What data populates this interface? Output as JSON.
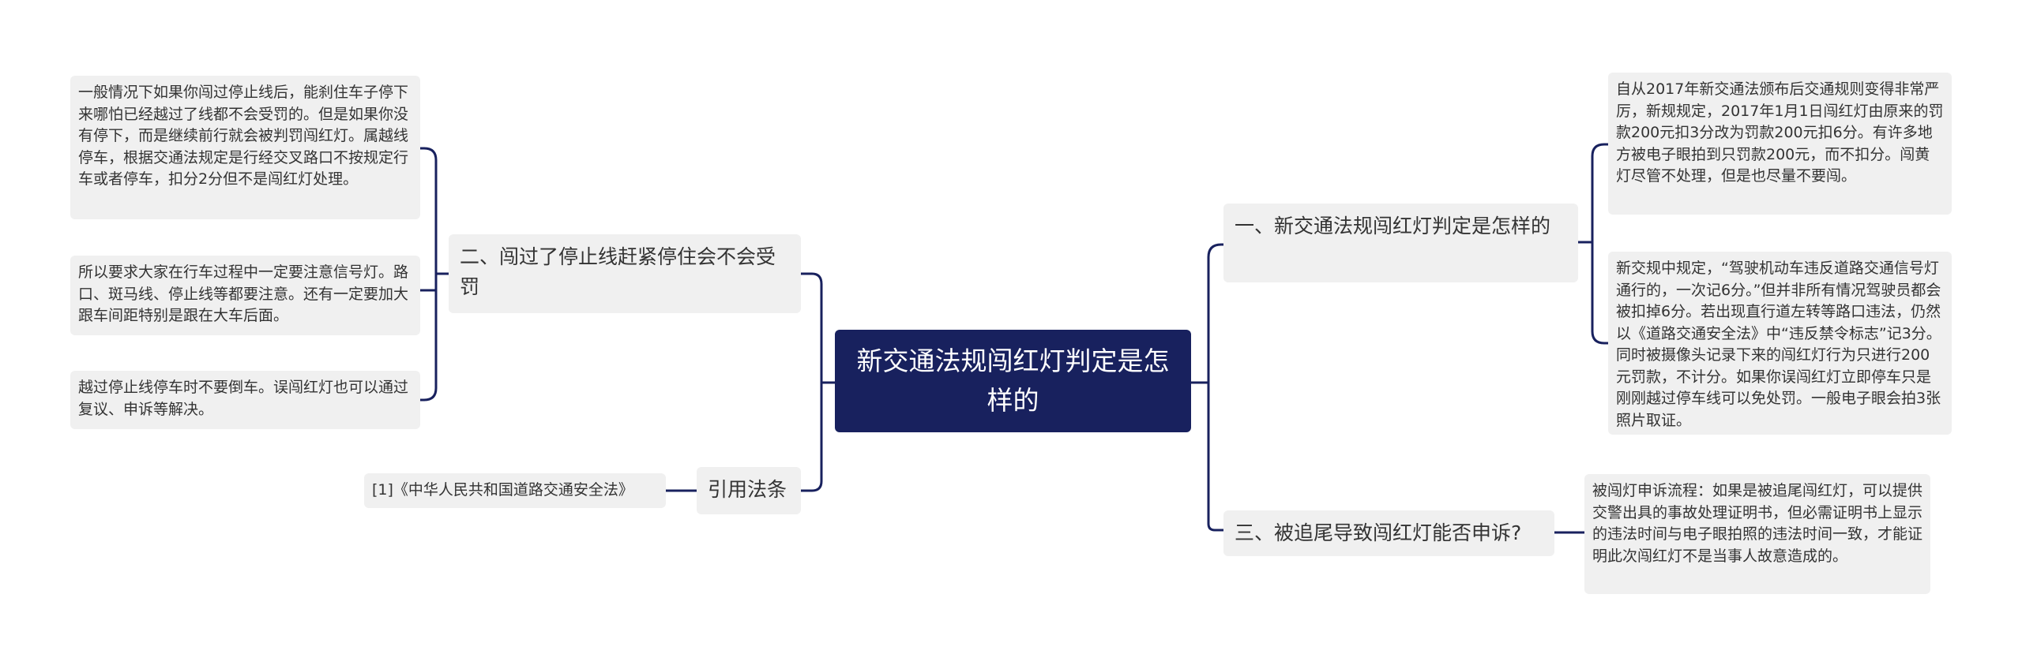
{
  "center": {
    "title": "新交通法规闯红灯判定是怎样的"
  },
  "left": {
    "branch2": {
      "label": "二、闯过了停止线赶紧停住会不会受罚",
      "leaves": [
        "一般情况下如果你闯过停止线后，能刹住车子停下来哪怕已经越过了线都不会受罚的。但是如果你没有停下，而是继续前行就会被判罚闯红灯。属越线停车，根据交通法规定是行经交叉路口不按规定行车或者停车，扣分2分但不是闯红灯处理。",
        "所以要求大家在行车过程中一定要注意信号灯。路口、斑马线、停止线等都要注意。还有一定要加大跟车间距特别是跟在大车后面。",
        "越过停止线停车时不要倒车。误闯红灯也可以通过复议、申诉等解决。"
      ]
    },
    "cite": {
      "label": "引用法条",
      "leaves": [
        "[1]《中华人民共和国道路交通安全法》"
      ]
    }
  },
  "right": {
    "branch1": {
      "label": "一、新交通法规闯红灯判定是怎样的",
      "leaves": [
        "自从2017年新交通法颁布后交通规则变得非常严厉，新规规定，2017年1月1日闯红灯由原来的罚款200元扣3分改为罚款200元扣6分。有许多地方被电子眼拍到只罚款200元，而不扣分。闯黄灯尽管不处理，但是也尽量不要闯。",
        "新交规中规定，“驾驶机动车违反道路交通信号灯通行的，一次记6分。”但并非所有情况驾驶员都会被扣掉6分。若出现直行道左转等路口违法，仍然以《道路交通安全法》中“违反禁令标志”记3分。同时被摄像头记录下来的闯红灯行为只进行200元罚款，不计分。如果你误闯红灯立即停车只是刚刚越过停车线可以免处罚。一般电子眼会拍3张照片取证。"
      ]
    },
    "branch3": {
      "label": "三、被追尾导致闯红灯能否申诉?",
      "leaves": [
        "被闯灯申诉流程：如果是被追尾闯红灯，可以提供交警出具的事故处理证明书，但必需证明书上显示的违法时间与电子眼拍照的违法时间一致，才能证明此次闯红灯不是当事人故意造成的。"
      ]
    }
  },
  "colors": {
    "center_bg": "#18215e",
    "line": "#18215e",
    "node_bg": "#f0f0f0"
  }
}
